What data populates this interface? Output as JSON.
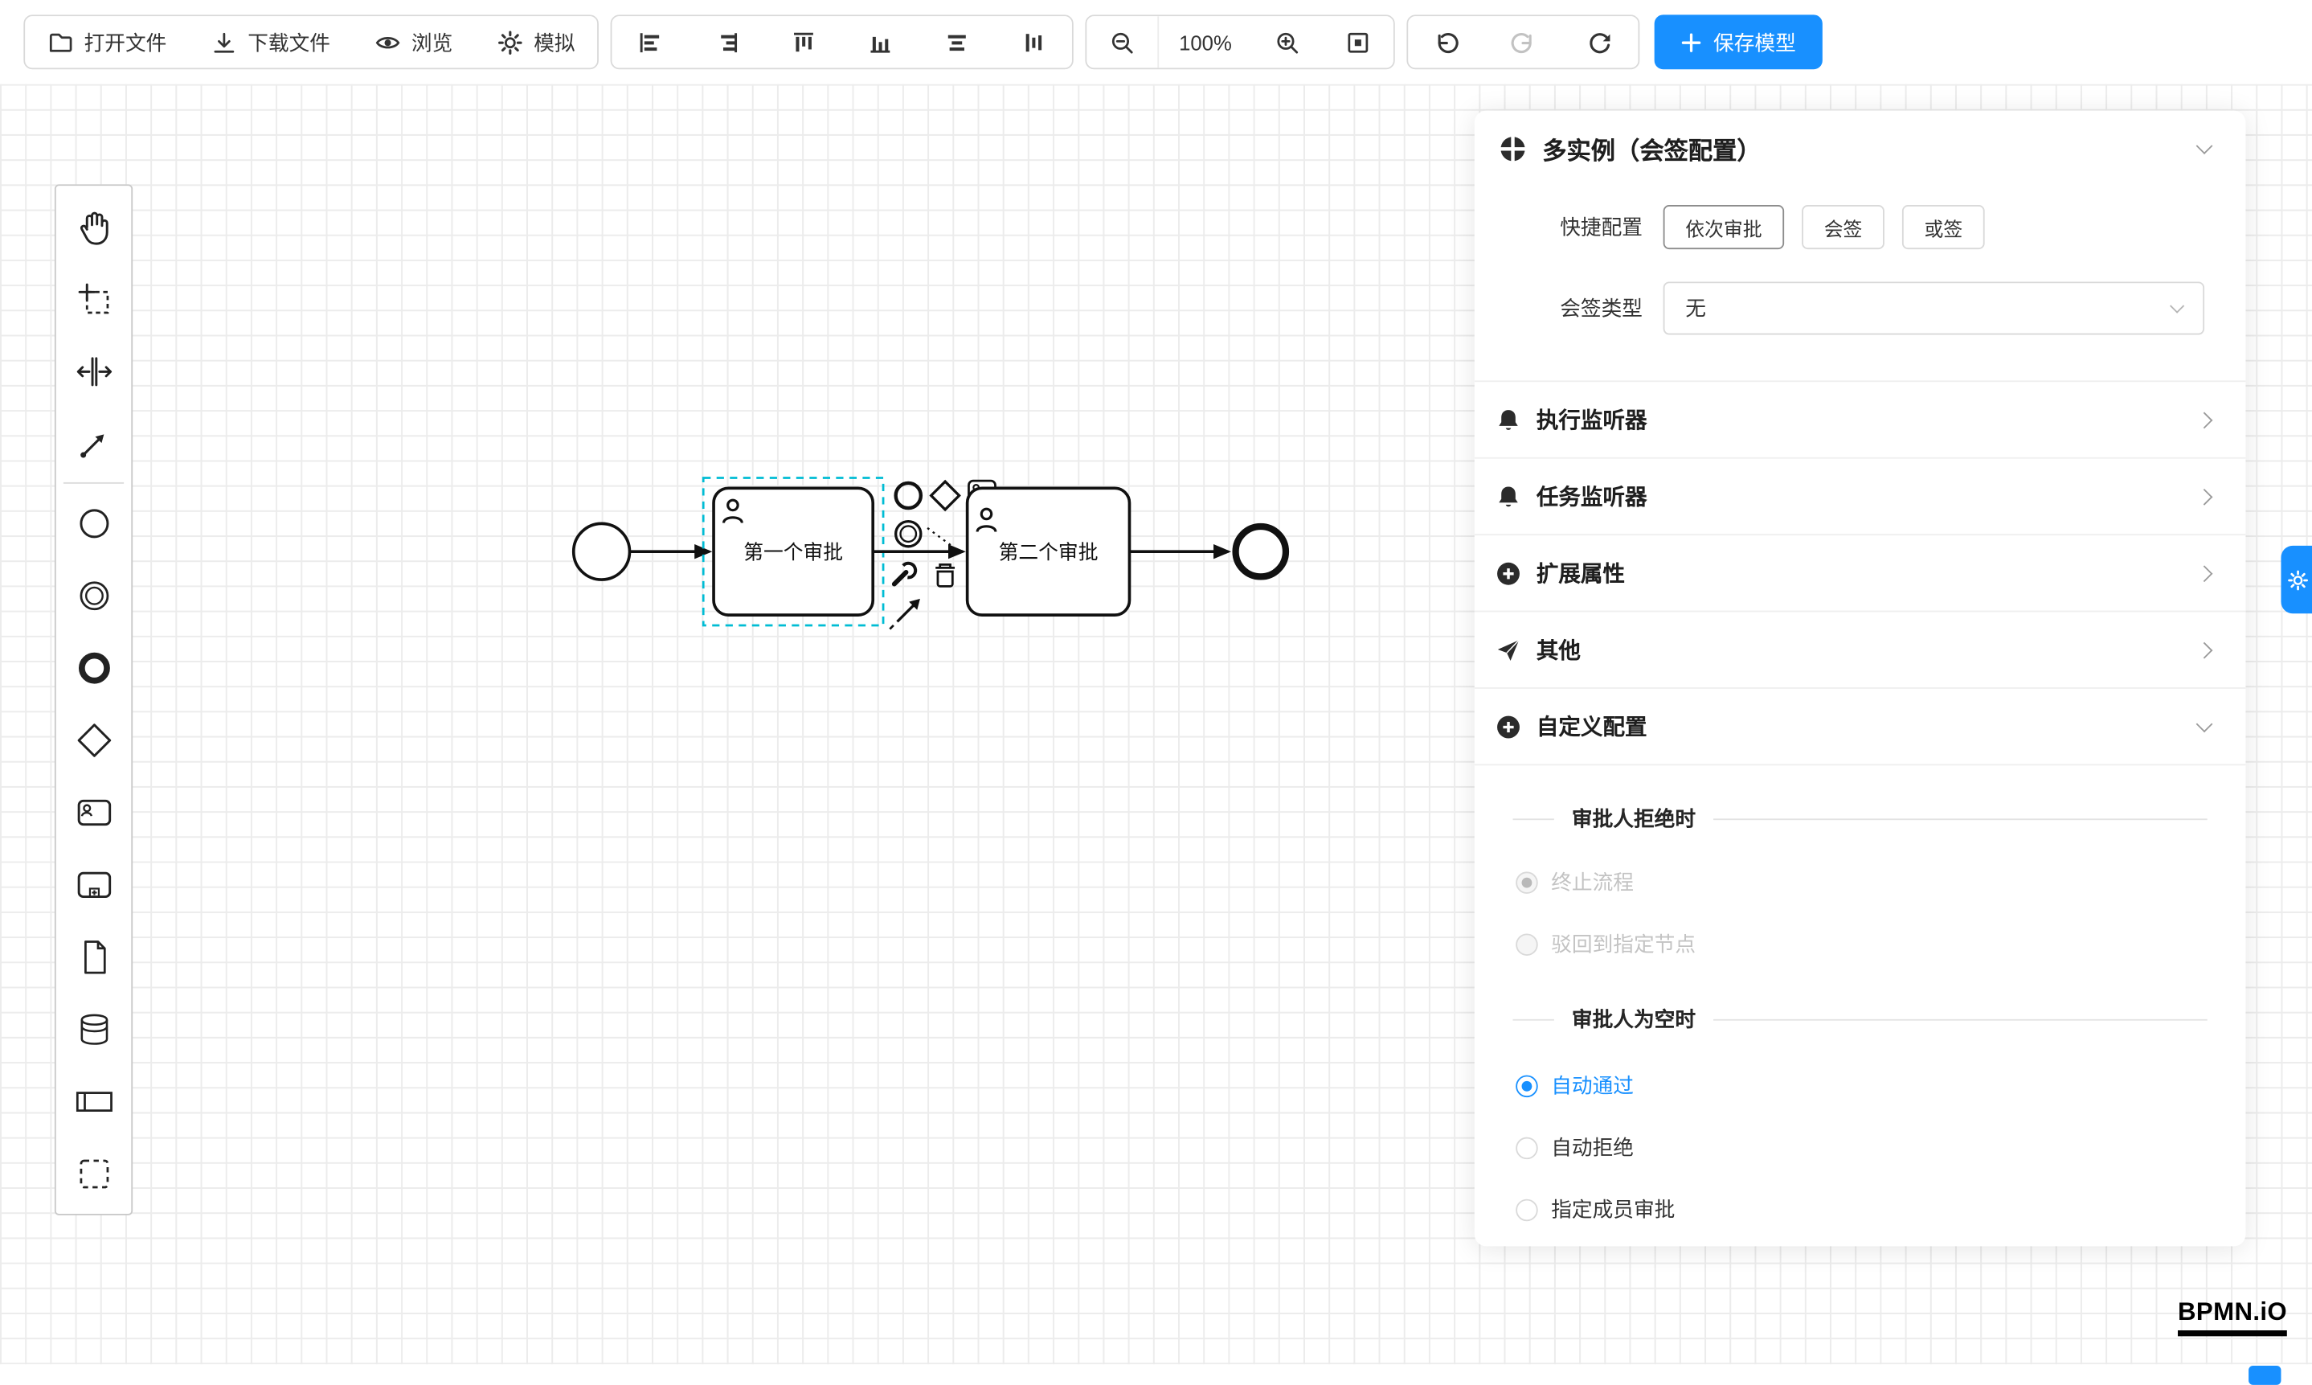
{
  "toolbar": {
    "open_file": "打开文件",
    "download_file": "下载文件",
    "preview": "浏览",
    "simulate": "模拟",
    "zoom_level": "100%",
    "save_model": "保存模型"
  },
  "palette": {
    "tools": [
      "hand-tool",
      "lasso-tool",
      "space-tool",
      "global-connect-tool"
    ],
    "elements": [
      "start-event",
      "intermediate-event",
      "end-event",
      "gateway",
      "user-task",
      "subprocess",
      "data-object",
      "data-store",
      "participant",
      "group"
    ]
  },
  "canvas": {
    "tasks": [
      {
        "label": "第一个审批",
        "selected": true
      },
      {
        "label": "第二个审批",
        "selected": false
      }
    ]
  },
  "panel": {
    "title": "多实例（会签配置）",
    "quick_config": {
      "label": "快捷配置",
      "options": [
        "依次审批",
        "会签",
        "或签"
      ]
    },
    "sign_type": {
      "label": "会签类型",
      "value": "无"
    },
    "sections": [
      {
        "label": "执行监听器"
      },
      {
        "label": "任务监听器"
      },
      {
        "label": "扩展属性"
      },
      {
        "label": "其他"
      },
      {
        "label": "自定义配置"
      }
    ],
    "reject_section": {
      "title": "审批人拒绝时",
      "options": [
        {
          "label": "终止流程",
          "checked": true,
          "disabled": true
        },
        {
          "label": "驳回到指定节点",
          "checked": false,
          "disabled": true
        }
      ]
    },
    "empty_section": {
      "title": "审批人为空时",
      "options": [
        {
          "label": "自动通过",
          "checked": true
        },
        {
          "label": "自动拒绝",
          "checked": false
        },
        {
          "label": "指定成员审批",
          "checked": false
        }
      ]
    }
  },
  "footer": {
    "logo": "BPMN.iO"
  },
  "colors": {
    "accent": "#1890ff",
    "selection": "#00bcd4",
    "border": "#d9d9d9",
    "disabled_text": "#c3c3c3"
  }
}
